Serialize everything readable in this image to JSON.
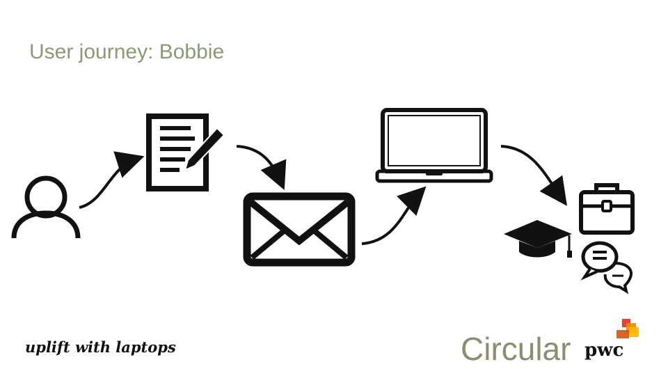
{
  "slide": {
    "title": "User journey: Bobbie"
  },
  "footer": {
    "left_brand": "uplift with laptops",
    "circular_brand": "Circular",
    "pwc_brand": "pwc"
  },
  "colors": {
    "title": "#8a9a72",
    "icon_stroke": "#111111",
    "circular": "#8a8e6e",
    "pwc_orange": "#e0301e",
    "pwc_amber": "#eb8c00",
    "pwc_yellow": "#ffb600"
  },
  "icons": [
    "user-icon",
    "form-icon",
    "envelope-icon",
    "laptop-icon",
    "graduation-cap-icon",
    "briefcase-icon",
    "chat-icon"
  ]
}
